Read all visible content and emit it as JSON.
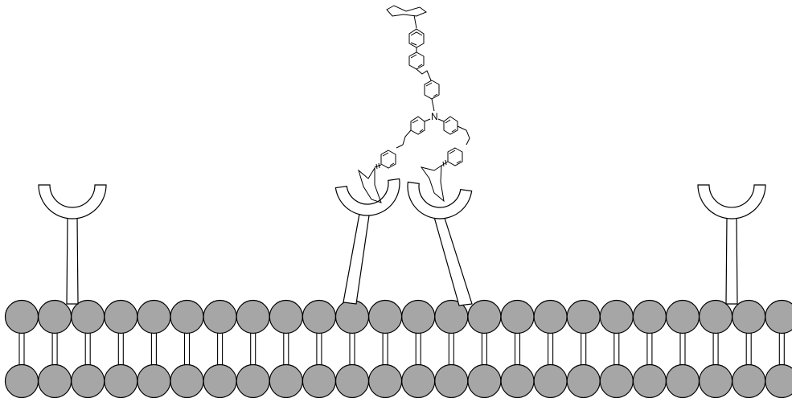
{
  "molecule": {
    "central_atom": "N"
  },
  "colors": {
    "lipid_head_fill": "#a6a6a6",
    "outline": "#000000",
    "receptor_fill": "#ffffff",
    "background": "#ffffff"
  },
  "membrane": {
    "leaflets": 2,
    "heads_per_leaflet": 24
  },
  "receptors": {
    "count": 4,
    "bound_count": 2,
    "free_count": 2
  }
}
